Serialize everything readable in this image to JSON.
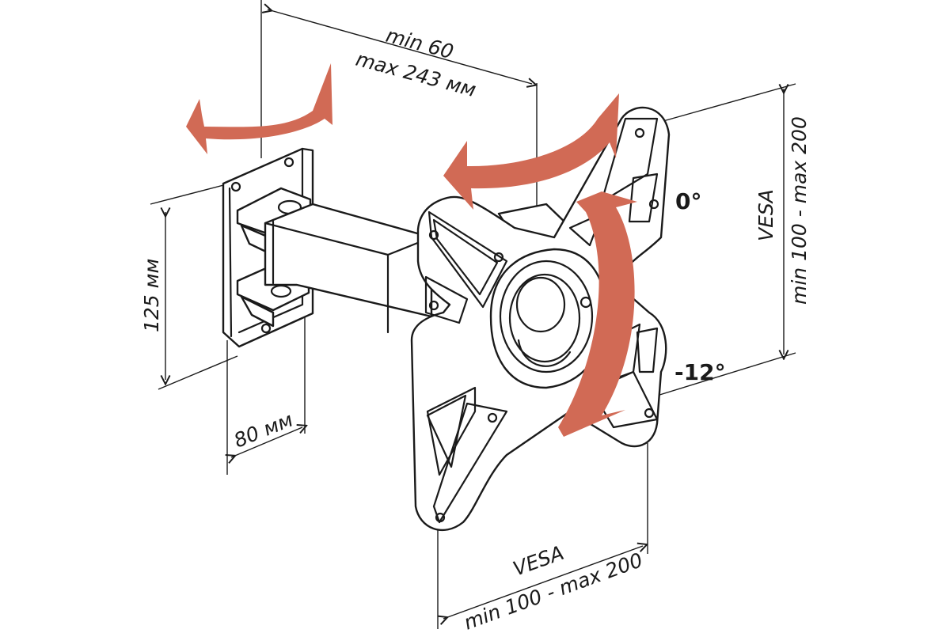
{
  "dimensions": {
    "arm_length_min": "min 60",
    "arm_length_max": "max 243 мм",
    "wall_plate_height": "125 мм",
    "wall_plate_depth": "80 мм",
    "vesa_horizontal_title": "VESA",
    "vesa_horizontal_range": "min 100 - max 200",
    "vesa_vertical_title": "VESA",
    "vesa_vertical_range": "min 100 - max 200"
  },
  "tilt": {
    "upper_angle": "0°",
    "lower_angle": "-12°"
  },
  "colors": {
    "arrow": "#d16a55",
    "line": "#1a1a1a",
    "background": "#ffffff"
  },
  "icons": {
    "swivel_wall": "curved-double-arrow-icon",
    "swivel_head": "curved-double-arrow-icon",
    "tilt": "curved-double-arrow-icon"
  }
}
